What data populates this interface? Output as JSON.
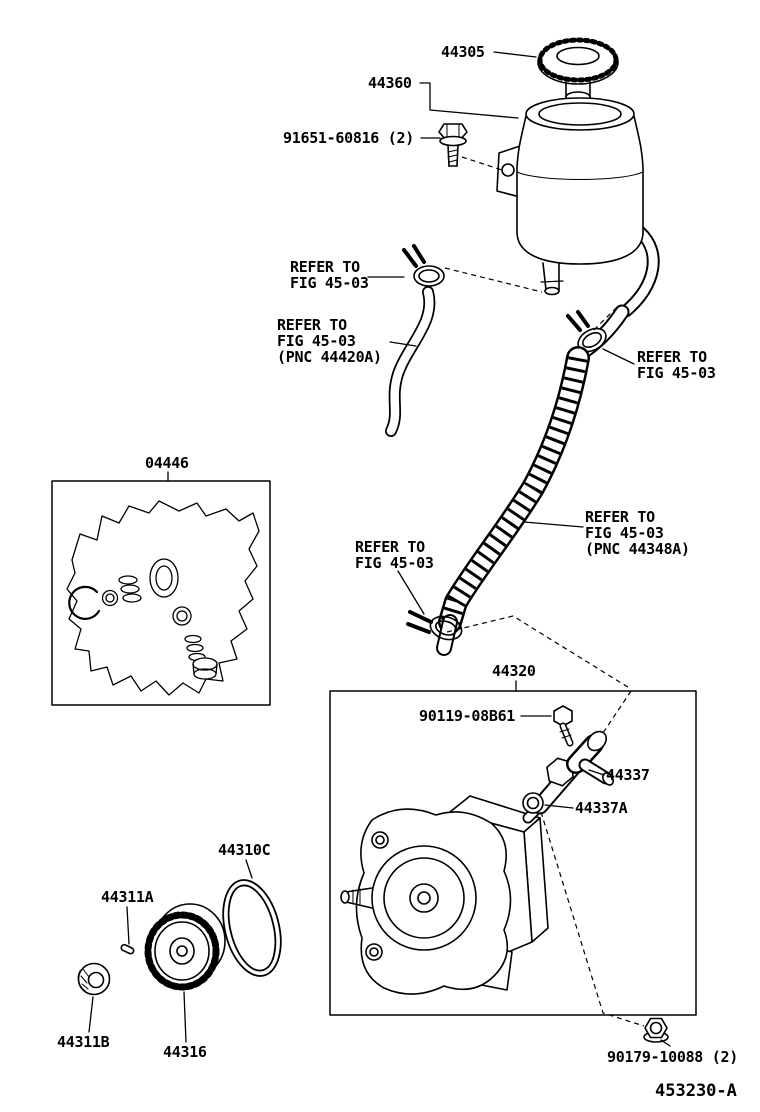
{
  "figure": {
    "code": "453230-A"
  },
  "labels": {
    "cap": "44305",
    "reservoir": "44360",
    "reservoir_bolt": "91651-60816 (2)",
    "clamp_upper_ref": "REFER TO\nFIG 45-03",
    "hose_44420a_ref": "REFER TO\nFIG 45-03\n(PNC 44420A)",
    "clamp_right_ref": "REFER TO\nFIG 45-03",
    "hose_44348a_ref": "REFER TO\nFIG 45-03\n(PNC 44348A)",
    "clamp_lower_ref": "REFER TO\nFIG 45-03",
    "seal_kit": "04446",
    "pump_assembly": "44320",
    "union_bolt": "90119-08B61",
    "union_fitting": "44337",
    "union_o_ring": "44337A",
    "pump_o_ring": "44310C",
    "woodruff_key": "44311A",
    "bushing": "44311B",
    "gear": "44316",
    "mount_nut": "90179-10088 (2)"
  },
  "icons": {
    "line_color": "#000000",
    "background": "#ffffff"
  }
}
